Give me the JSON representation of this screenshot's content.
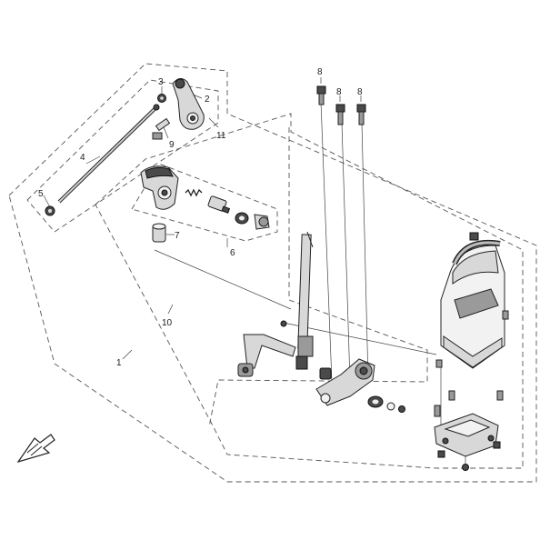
{
  "callouts": {
    "c1": "1",
    "c2": "2",
    "c3": "3",
    "c4": "4",
    "c5": "5",
    "c6": "6",
    "c7": "7",
    "c8a": "8",
    "c8b": "8",
    "c8c": "8",
    "c9": "9",
    "c10": "10",
    "c11": "11"
  },
  "direction_icon": "front-arrow-icon"
}
